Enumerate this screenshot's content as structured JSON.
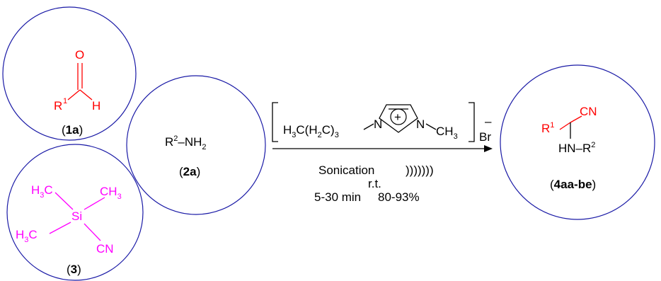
{
  "colors": {
    "circle": "#1a1aa6",
    "aldehyde": "#ff0000",
    "silane": "#ff00ff",
    "ink": "#000000",
    "product_r1": "#ff0000",
    "product_cn": "#ff0000"
  },
  "aldehyde": {
    "o": "O",
    "r": "R",
    "r_sup": "1",
    "h": "H",
    "label_open": "(",
    "label_num": "1a",
    "label_close": ")"
  },
  "amine": {
    "r": "R",
    "r_sup": "2",
    "dash_nh": "–NH",
    "h_sub": "2",
    "label_open": "(",
    "label_num": "2a",
    "label_close": ")"
  },
  "silane": {
    "h3c_top": "H",
    "h3c_top_sub": "3",
    "h3c_top_c": "C",
    "ch3": "CH",
    "ch3_sub": "3",
    "si": "Si",
    "h3c_bot": "H",
    "h3c_bot_sub": "3",
    "h3c_bot_c": "C",
    "cn": "CN",
    "label_open": "(",
    "label_num": "3",
    "label_close": ")"
  },
  "catalyst": {
    "chain_a": "H",
    "chain_a_sub": "3",
    "chain_b": "C(H",
    "chain_b_sub": "2",
    "chain_c": "C)",
    "chain_c_sub": "3",
    "n1": "N",
    "n2": "N",
    "plus": "+",
    "methyl": "CH",
    "methyl_sub": "3",
    "anion": "Br",
    "anion_charge": "–"
  },
  "conditions": {
    "line1": "Sonication",
    "sonic_marks": ")))))))",
    "line2": "r.t.",
    "line3_time": "5-30 min",
    "line3_yield": "80-93%"
  },
  "product": {
    "cn": "CN",
    "r": "R",
    "r_sup": "1",
    "hn": "HN–R",
    "r2_sup": "2",
    "label_open": "(",
    "label_num": "4aa-be",
    "label_close": ")"
  }
}
